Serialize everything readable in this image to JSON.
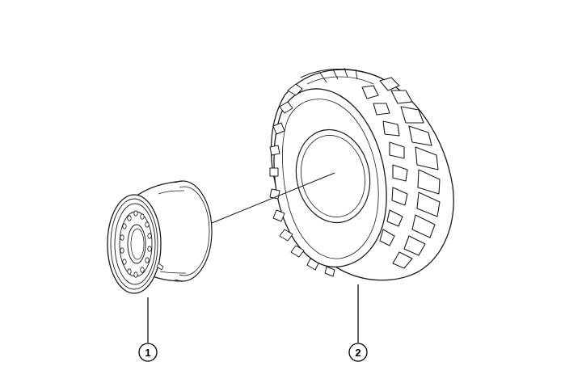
{
  "callouts": [
    {
      "number": "1",
      "part": "wheel rim"
    },
    {
      "number": "2",
      "part": "tyre"
    }
  ],
  "colors": {
    "line": "#1a1a1a",
    "callout": "#000000",
    "background": "#ffffff"
  }
}
